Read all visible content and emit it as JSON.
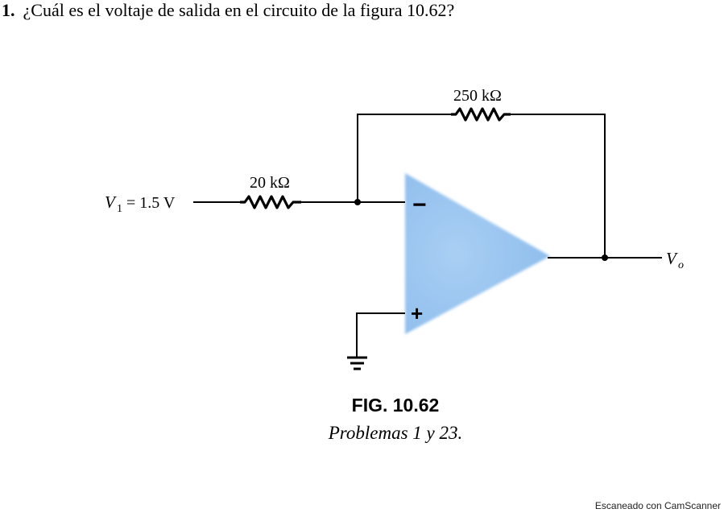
{
  "question": {
    "number": "1.",
    "text": "¿Cuál es el voltaje de salida en el circuito de la figura 10.62?"
  },
  "circuit": {
    "feedback_resistor": "250 kΩ",
    "input_resistor": "20 kΩ",
    "input_voltage_symbol": "V",
    "input_voltage_subscript": "1",
    "input_voltage_value": "= 1.5 V",
    "output_symbol": "V",
    "output_subscript": "o",
    "inverting_sign": "−",
    "noninverting_sign": "+",
    "opamp_color": "#9cc6f0"
  },
  "figure": {
    "title": "FIG. 10.62",
    "caption": "Problemas 1 y 23."
  },
  "footer": {
    "text": "Escaneado con CamScanner"
  }
}
